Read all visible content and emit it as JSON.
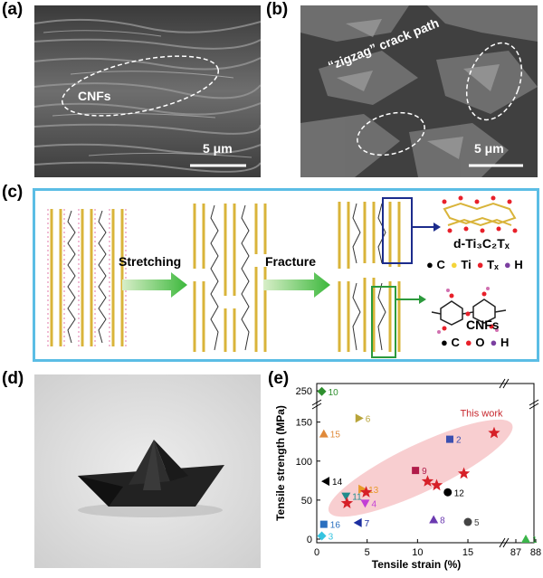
{
  "panels": {
    "a": {
      "label": "(a)",
      "annotation": "CNFs",
      "scale_bar": "5 μm"
    },
    "b": {
      "label": "(b)",
      "annotation": "“zigzag” crack path",
      "scale_bar": "5 μm"
    },
    "c": {
      "label": "(c)",
      "step1": "Stretching",
      "step2": "Fracture",
      "mxene_label": "d-Ti₃C₂Tₓ",
      "mxene_legend": [
        {
          "symbol": "C",
          "color": "#000000"
        },
        {
          "symbol": "Ti",
          "color": "#f4d43a"
        },
        {
          "symbol": "Tₓ",
          "color": "#e8202a"
        },
        {
          "symbol": "H",
          "color": "#7b3fa0"
        }
      ],
      "cnf_label": "CNFs",
      "cnf_legend": [
        {
          "symbol": "C",
          "color": "#000000"
        },
        {
          "symbol": "O",
          "color": "#e8202a"
        },
        {
          "symbol": "H",
          "color": "#7b3fa0"
        }
      ]
    },
    "d": {
      "label": "(d)"
    },
    "e": {
      "label": "(e)"
    }
  },
  "chart_data": {
    "type": "scatter",
    "xlabel": "Tensile strain (%)",
    "ylabel": "Tensile strength (MPa)",
    "x_ticks": [
      "0",
      "5",
      "10",
      "15",
      "87",
      "88"
    ],
    "y_ticks": [
      "0",
      "50",
      "100",
      "150",
      "250"
    ],
    "highlight_label": "This work",
    "this_work": [
      [
        3,
        46
      ],
      [
        4.9,
        60
      ],
      [
        11,
        74
      ],
      [
        11.9,
        69
      ],
      [
        14.6,
        84
      ],
      [
        17.6,
        136
      ]
    ],
    "references": [
      {
        "name": "1",
        "x": 87.5,
        "y": 0,
        "color": "#3bb54a"
      },
      {
        "name": "2",
        "x": 13.2,
        "y": 128,
        "color": "#3b4fb0"
      },
      {
        "name": "3",
        "x": 0.5,
        "y": 4,
        "color": "#35c4e0"
      },
      {
        "name": "4",
        "x": 4.8,
        "y": 46,
        "color": "#c23fd6"
      },
      {
        "name": "5",
        "x": 15,
        "y": 22,
        "color": "#444444"
      },
      {
        "name": "6",
        "x": 4.2,
        "y": 155,
        "color": "#b8a43a"
      },
      {
        "name": "7",
        "x": 4.1,
        "y": 21,
        "color": "#1c2fa0"
      },
      {
        "name": "8",
        "x": 11.6,
        "y": 25,
        "color": "#6b3ab0"
      },
      {
        "name": "9",
        "x": 9.8,
        "y": 88,
        "color": "#b01c4a"
      },
      {
        "name": "10",
        "x": 0.5,
        "y": 248,
        "color": "#2e8f2e"
      },
      {
        "name": "11",
        "x": 2.9,
        "y": 55,
        "color": "#1f8c8c"
      },
      {
        "name": "12",
        "x": 13,
        "y": 60,
        "color": "#000000"
      },
      {
        "name": "13",
        "x": 4.5,
        "y": 64,
        "color": "#e89a2a"
      },
      {
        "name": "14",
        "x": 0.9,
        "y": 74,
        "color": "#000000"
      },
      {
        "name": "15",
        "x": 0.7,
        "y": 135,
        "color": "#e08a3a"
      },
      {
        "name": "16",
        "x": 0.7,
        "y": 19,
        "color": "#2a6fbf"
      }
    ]
  }
}
